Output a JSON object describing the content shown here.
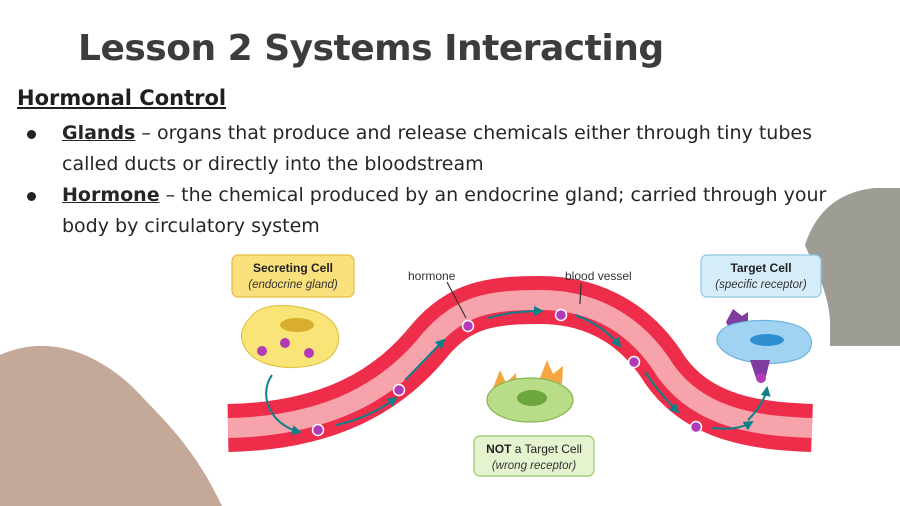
{
  "slide": {
    "title": "Lesson 2 Systems Interacting",
    "section_title": "Hormonal Control",
    "bullets": [
      {
        "term": "Glands",
        "text": " – organs that produce and release chemicals either through tiny tubes called ducts or directly into the bloodstream"
      },
      {
        "term": "Hormone",
        "text": " – the chemical produced by an endocrine gland; carried through your body by circulatory system"
      }
    ]
  },
  "diagram": {
    "secreting_title": "Secreting Cell",
    "secreting_sub": "(endocrine gland)",
    "target_title": "Target Cell",
    "target_sub": "(specific receptor)",
    "not_target_bold": "NOT",
    "not_target_rest": " a Target Cell",
    "not_target_sub": "(wrong receptor)",
    "hormone_label": "hormone",
    "vessel_label": "blood vessel"
  },
  "colors": {
    "accent_tan": "#c4a898",
    "accent_gray": "#9d9d96",
    "vessel_red": "#ee2d4a",
    "vessel_inner": "#f7a3ac",
    "hormone_purple": "#b13ab8",
    "arrow_teal": "#0f7f88"
  }
}
